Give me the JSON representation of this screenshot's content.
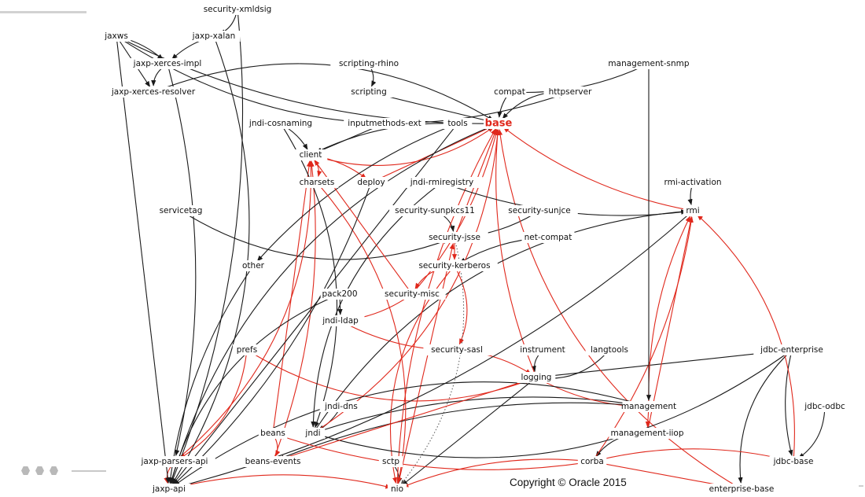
{
  "diagram": {
    "highlight_color": "#e0281c",
    "edge_color": "#1a1a1a",
    "nodes": [
      {
        "id": "security-xmldsig",
        "label": "security-xmldsig"
      },
      {
        "id": "jaxws",
        "label": "jaxws"
      },
      {
        "id": "jaxp-xalan",
        "label": "jaxp-xalan"
      },
      {
        "id": "jaxp-xerces-impl",
        "label": "jaxp-xerces-impl"
      },
      {
        "id": "scripting-rhino",
        "label": "scripting-rhino"
      },
      {
        "id": "management-snmp",
        "label": "management-snmp"
      },
      {
        "id": "jaxp-xerces-resolver",
        "label": "jaxp-xerces-resolver"
      },
      {
        "id": "scripting",
        "label": "scripting"
      },
      {
        "id": "compat",
        "label": "compat"
      },
      {
        "id": "httpserver",
        "label": "httpserver"
      },
      {
        "id": "jndi-cosnaming",
        "label": "jndi-cosnaming"
      },
      {
        "id": "inputmethods-ext",
        "label": "inputmethods-ext"
      },
      {
        "id": "tools",
        "label": "tools"
      },
      {
        "id": "base",
        "label": "base",
        "highlight": true
      },
      {
        "id": "client",
        "label": "client"
      },
      {
        "id": "charsets",
        "label": "charsets"
      },
      {
        "id": "deploy",
        "label": "deploy"
      },
      {
        "id": "jndi-rmiregistry",
        "label": "jndi-rmiregistry"
      },
      {
        "id": "rmi-activation",
        "label": "rmi-activation"
      },
      {
        "id": "servicetag",
        "label": "servicetag"
      },
      {
        "id": "security-sunpkcs11",
        "label": "security-sunpkcs11"
      },
      {
        "id": "security-sunjce",
        "label": "security-sunjce"
      },
      {
        "id": "rmi",
        "label": "rmi"
      },
      {
        "id": "security-jsse",
        "label": "security-jsse"
      },
      {
        "id": "net-compat",
        "label": "net-compat"
      },
      {
        "id": "other",
        "label": "other"
      },
      {
        "id": "security-kerberos",
        "label": "security-kerberos"
      },
      {
        "id": "pack200",
        "label": "pack200"
      },
      {
        "id": "security-misc",
        "label": "security-misc"
      },
      {
        "id": "jndi-ldap",
        "label": "jndi-ldap"
      },
      {
        "id": "prefs",
        "label": "prefs"
      },
      {
        "id": "security-sasl",
        "label": "security-sasl"
      },
      {
        "id": "instrument",
        "label": "instrument"
      },
      {
        "id": "langtools",
        "label": "langtools"
      },
      {
        "id": "jdbc-enterprise",
        "label": "jdbc-enterprise"
      },
      {
        "id": "logging",
        "label": "logging"
      },
      {
        "id": "jndi-dns",
        "label": "jndi-dns"
      },
      {
        "id": "management",
        "label": "management"
      },
      {
        "id": "jdbc-odbc",
        "label": "jdbc-odbc"
      },
      {
        "id": "beans",
        "label": "beans"
      },
      {
        "id": "jndi",
        "label": "jndi"
      },
      {
        "id": "management-iiop",
        "label": "management-iiop"
      },
      {
        "id": "jaxp-parsers-api",
        "label": "jaxp-parsers-api"
      },
      {
        "id": "beans-events",
        "label": "beans-events"
      },
      {
        "id": "sctp",
        "label": "sctp"
      },
      {
        "id": "corba",
        "label": "corba"
      },
      {
        "id": "jdbc-base",
        "label": "jdbc-base"
      },
      {
        "id": "jaxp-api",
        "label": "jaxp-api"
      },
      {
        "id": "nio",
        "label": "nio"
      },
      {
        "id": "enterprise-base",
        "label": "enterprise-base"
      }
    ],
    "edges": [
      [
        "security-xmldsig",
        "jaxp-xalan",
        "black"
      ],
      [
        "jaxws",
        "jaxp-xerces-impl",
        "black"
      ],
      [
        "jaxws",
        "jaxp-xerces-resolver",
        "black"
      ],
      [
        "jaxp-xalan",
        "jaxp-xerces-impl",
        "black"
      ],
      [
        "jaxp-xerces-impl",
        "jaxp-xerces-resolver",
        "black"
      ],
      [
        "scripting-rhino",
        "scripting",
        "black"
      ],
      [
        "management-snmp",
        "compat",
        "black"
      ],
      [
        "scripting",
        "base",
        "black"
      ],
      [
        "compat",
        "base",
        "black"
      ],
      [
        "httpserver",
        "base",
        "black"
      ],
      [
        "jaxp-xerces-resolver",
        "base",
        "black"
      ],
      [
        "jndi-cosnaming",
        "client",
        "black"
      ],
      [
        "inputmethods-ext",
        "client",
        "black"
      ],
      [
        "tools",
        "client",
        "black"
      ],
      [
        "client",
        "base",
        "red"
      ],
      [
        "client",
        "charsets",
        "red"
      ],
      [
        "client",
        "deploy",
        "red"
      ],
      [
        "deploy",
        "base",
        "red"
      ],
      [
        "rmi-activation",
        "rmi",
        "black"
      ],
      [
        "servicetag",
        "security-jsse",
        "black"
      ],
      [
        "security-sunpkcs11",
        "security-jsse",
        "black"
      ],
      [
        "security-sunjce",
        "security-jsse",
        "black"
      ],
      [
        "security-jsse",
        "security-kerberos",
        "red"
      ],
      [
        "net-compat",
        "security-kerberos",
        "black"
      ],
      [
        "security-kerberos",
        "security-misc",
        "red"
      ],
      [
        "security-kerberos",
        "security-sasl",
        "red"
      ],
      [
        "security-misc",
        "jndi-ldap",
        "red"
      ],
      [
        "pack200",
        "jndi-ldap",
        "black"
      ],
      [
        "jndi-ldap",
        "security-sasl",
        "red"
      ],
      [
        "instrument",
        "logging",
        "black"
      ],
      [
        "langtools",
        "logging",
        "black"
      ],
      [
        "security-sasl",
        "logging",
        "red"
      ],
      [
        "jdbc-enterprise",
        "logging",
        "black"
      ],
      [
        "jdbc-enterprise",
        "jdbc-base",
        "black"
      ],
      [
        "jdbc-enterprise",
        "enterprise-base",
        "black"
      ],
      [
        "jdbc-odbc",
        "jdbc-base",
        "black"
      ],
      [
        "jndi-dns",
        "jndi",
        "black"
      ],
      [
        "management",
        "management-iiop",
        "red"
      ],
      [
        "management",
        "jndi",
        "black"
      ],
      [
        "management-iiop",
        "corba",
        "black"
      ],
      [
        "beans",
        "beans-events",
        "red"
      ],
      [
        "corba",
        "jdbc-base",
        "red"
      ],
      [
        "corba",
        "enterprise-base",
        "red"
      ],
      [
        "corba",
        "nio",
        "red"
      ],
      [
        "jaxp-parsers-api",
        "jaxp-api",
        "red"
      ],
      [
        "sctp",
        "nio",
        "black"
      ],
      [
        "logging",
        "base",
        "red"
      ],
      [
        "logging",
        "nio",
        "black"
      ],
      [
        "logging",
        "management",
        "red"
      ],
      [
        "prefs",
        "logging",
        "red"
      ],
      [
        "prefs",
        "jaxp-parsers-api",
        "red"
      ],
      [
        "rmi",
        "base",
        "red"
      ],
      [
        "security-jsse",
        "base",
        "red"
      ],
      [
        "security-misc",
        "base",
        "red"
      ],
      [
        "jndi",
        "base",
        "red"
      ],
      [
        "jndi",
        "rmi",
        "black"
      ],
      [
        "management",
        "rmi",
        "red"
      ],
      [
        "management-iiop",
        "rmi",
        "red"
      ],
      [
        "corba",
        "rmi",
        "red"
      ],
      [
        "jdbc-base",
        "rmi",
        "red"
      ],
      [
        "enterprise-base",
        "base",
        "red"
      ],
      [
        "nio",
        "base",
        "red"
      ],
      [
        "nio",
        "security-jsse",
        "red"
      ],
      [
        "beans-events",
        "client",
        "red"
      ],
      [
        "jaxp-parsers-api",
        "client",
        "red"
      ],
      [
        "jaxp-api",
        "base",
        "black"
      ],
      [
        "jaxp-api",
        "nio",
        "red"
      ],
      [
        "beans",
        "client",
        "red"
      ],
      [
        "other",
        "jaxp-api",
        "black"
      ],
      [
        "pack200",
        "jaxp-api",
        "black"
      ],
      [
        "jndi-cosnaming",
        "jndi",
        "black"
      ],
      [
        "security-xmldsig",
        "jaxp-api",
        "black"
      ],
      [
        "jaxws",
        "jaxp-api",
        "black"
      ],
      [
        "jaxws",
        "base",
        "black"
      ],
      [
        "jaxws",
        "httpserver",
        "black"
      ],
      [
        "jaxp-xalan",
        "jaxp-api",
        "black"
      ],
      [
        "jaxp-xerces-impl",
        "jaxp-parsers-api",
        "black"
      ],
      [
        "tools",
        "jaxp-api",
        "black"
      ],
      [
        "tools",
        "other",
        "black"
      ],
      [
        "security-kerberos",
        "nio",
        "red"
      ],
      [
        "security-jsse",
        "nio",
        "dotted"
      ],
      [
        "rmi",
        "jaxp-api",
        "black"
      ],
      [
        "management-snmp",
        "management",
        "black"
      ],
      [
        "management",
        "beans-events",
        "black"
      ],
      [
        "management",
        "jaxp-api",
        "black"
      ],
      [
        "jdbc-enterprise",
        "jndi",
        "black"
      ],
      [
        "corba",
        "beans",
        "red"
      ],
      [
        "logging",
        "beans-events",
        "red"
      ],
      [
        "jndi-rmiregistry",
        "rmi",
        "black"
      ],
      [
        "jndi-rmiregistry",
        "jndi",
        "black"
      ],
      [
        "charsets",
        "nio",
        "red"
      ],
      [
        "deploy",
        "jaxp-api",
        "black"
      ],
      [
        "security-misc",
        "client",
        "red"
      ]
    ]
  },
  "footer": {
    "copyright": "Copyright © Oracle 2015"
  }
}
